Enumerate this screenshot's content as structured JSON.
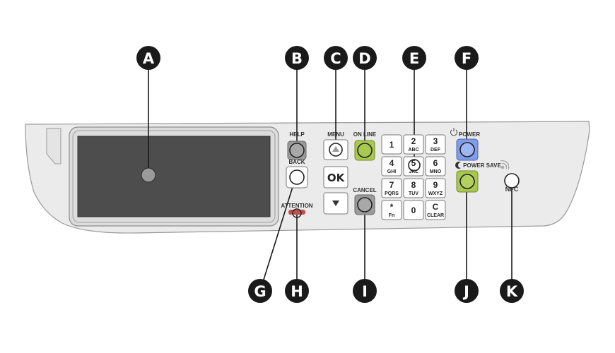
{
  "callouts": {
    "a": "A",
    "b": "B",
    "c": "C",
    "d": "D",
    "e": "E",
    "f": "F",
    "g": "G",
    "h": "H",
    "i": "I",
    "j": "J",
    "k": "K"
  },
  "buttons": {
    "help": "HELP",
    "back": "BACK",
    "menu": "MENU",
    "ok": "OK",
    "online": "ON LINE",
    "cancel": "CANCEL",
    "attention": "ATTENTION",
    "power": "POWER",
    "power_save": "POWER SAVE",
    "nfc": "NFC"
  },
  "keypad": [
    {
      "num": "1",
      "sub": ""
    },
    {
      "num": "2",
      "sub": "ABC"
    },
    {
      "num": "3",
      "sub": "DEF"
    },
    {
      "num": "4",
      "sub": "GHI"
    },
    {
      "num": "5",
      "sub": "JKL"
    },
    {
      "num": "6",
      "sub": "MNO"
    },
    {
      "num": "7",
      "sub": "PQRS"
    },
    {
      "num": "8",
      "sub": "TUV"
    },
    {
      "num": "9",
      "sub": "WXYZ"
    },
    {
      "num": "*",
      "sub": "Fn"
    },
    {
      "num": "0",
      "sub": ""
    },
    {
      "num": "C",
      "sub": "CLEAR"
    }
  ],
  "colors": {
    "panel": "#ebebeb",
    "panel_border": "#9a9a9a",
    "screen": "#4d4d4d",
    "callout": "#1a1a1a",
    "online_green": "#a8c850",
    "power_blue": "#8aa6f0",
    "power_save_green": "#a8c850",
    "attention_red": "#c0504d",
    "button_gray": "#a8a8a8"
  }
}
